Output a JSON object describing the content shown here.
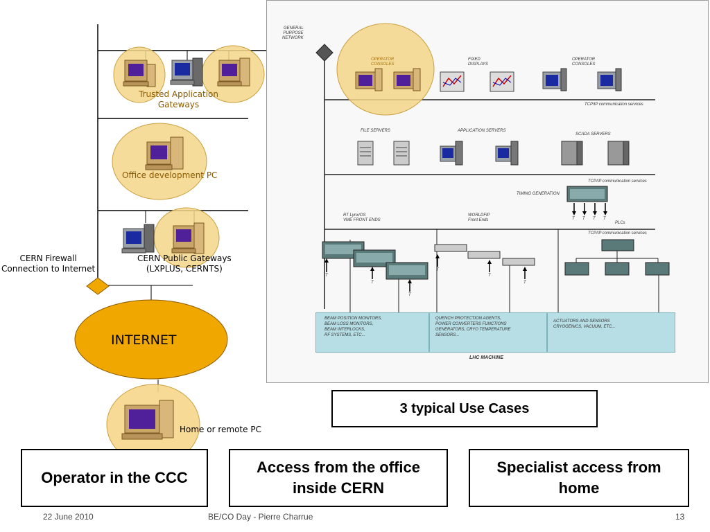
{
  "left": {
    "trusted_gateways": "Trusted Application\nGateways",
    "office_pc": "Office development PC",
    "firewall": "CERN Firewall\nConnection to Internet",
    "public_gateways": "CERN Public Gateways\n(LXPLUS, CERNTS)",
    "internet": "INTERNET",
    "home_pc": "Home or remote PC"
  },
  "panel": {
    "gpn": "GENERAL\nPURPOSE\nNETWORK",
    "operator_consoles_1": "OPERATOR\nCONSOLES",
    "fixed_displays": "FIXED\nDISPLAYS",
    "operator_consoles_2": "OPERATOR\nCONSOLES",
    "tcpip_1": "TCP/IP communication services",
    "file_servers": "FILE SERVERS",
    "application_servers": "APPLICATION SERVERS",
    "scada_servers": "SCADA SERVERS",
    "tcpip_2": "TCP/IP communication services",
    "timing_generation": "TIMING GENERATION",
    "rt_lynx": "RT Lynx/OS\nVME FRONT ENDS",
    "worldfip": "WORLDFIP\nFront Ends",
    "plcs": "PLCs",
    "tcpip_3": "TCP/IP communication services",
    "t": "T",
    "machine_1": "BEAM POSITION MONITORS,\nBEAM LOSS MONITORS,\nBEAM INTERLOCKS,\nRF SYSTEMS, ETC...",
    "machine_2": "QUENCH PROTECTION AGENTS,\nPOWER CONVERTERS FUNCTIONS\nGENERATORS, CRYO TEMPERATURE\nSENSORS...",
    "machine_3": "ACTUATORS AND SENSORS\nCRYOGENICS, VACUUM, ETC...",
    "lhc_machine": "LHC MACHINE"
  },
  "use_cases_title": "3 typical Use Cases",
  "use_cases": [
    "Operator in the CCC",
    "Access from the office inside CERN",
    "Specialist access from home"
  ],
  "footer": {
    "date": "22 June 2010",
    "center": "BE/CO Day - Pierre Charrue",
    "page": "13"
  },
  "colors": {
    "highlight": "#f5d68a",
    "internet": "#f0a800",
    "panel_bg": "#f8f8f8",
    "machine_box": "#b7dde5"
  }
}
